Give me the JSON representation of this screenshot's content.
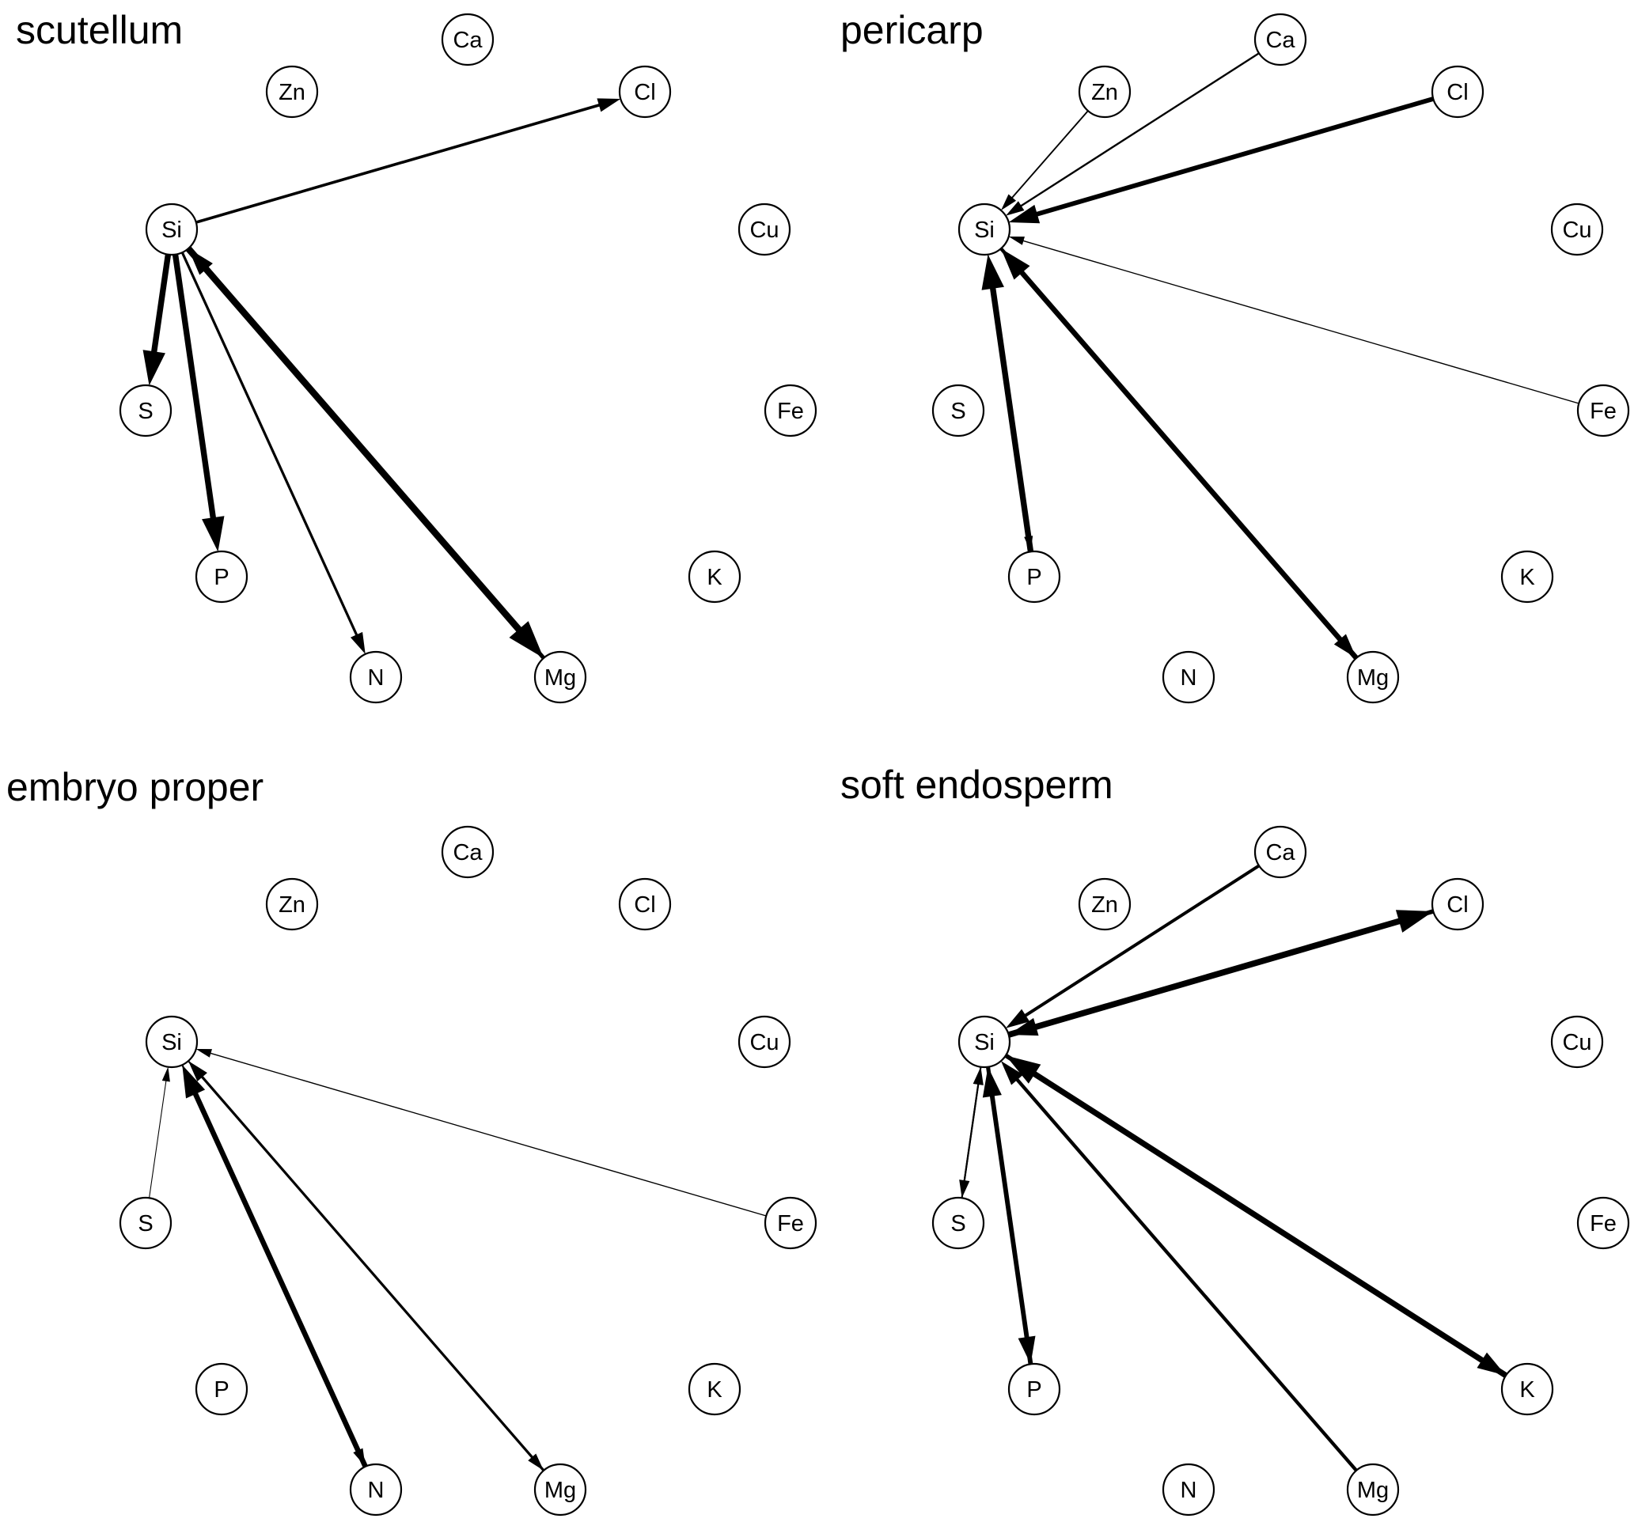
{
  "panels": [
    {
      "id": "scutellum",
      "title": "scutellum",
      "edges": [
        {
          "from": "Si",
          "to": "Cl",
          "weight": 0.35
        },
        {
          "from": "Si",
          "to": "S",
          "weight": 0.85
        },
        {
          "from": "Si",
          "to": "P",
          "weight": 0.85
        },
        {
          "from": "Si",
          "to": "N",
          "weight": 0.3
        },
        {
          "from": "Si",
          "to": "Mg",
          "weight": 1.0
        },
        {
          "from": "Mg",
          "to": "Si",
          "weight": 0.55
        }
      ]
    },
    {
      "id": "pericarp",
      "title": "pericarp",
      "edges": [
        {
          "from": "Zn",
          "to": "Si",
          "weight": 0.12
        },
        {
          "from": "Ca",
          "to": "Si",
          "weight": 0.18
        },
        {
          "from": "Cl",
          "to": "Si",
          "weight": 0.65
        },
        {
          "from": "Fe",
          "to": "Si",
          "weight": 0.05
        },
        {
          "from": "P",
          "to": "Si",
          "weight": 0.85
        },
        {
          "from": "Si",
          "to": "P",
          "weight": 0.05
        },
        {
          "from": "Mg",
          "to": "Si",
          "weight": 0.75
        },
        {
          "from": "Si",
          "to": "Mg",
          "weight": 0.45
        }
      ]
    },
    {
      "id": "embryo-proper",
      "title": "embryo proper",
      "edges": [
        {
          "from": "Fe",
          "to": "Si",
          "weight": 0.05
        },
        {
          "from": "S",
          "to": "Si",
          "weight": 0.01
        },
        {
          "from": "N",
          "to": "Si",
          "weight": 0.75
        },
        {
          "from": "Si",
          "to": "N",
          "weight": 0.15
        },
        {
          "from": "Mg",
          "to": "Si",
          "weight": 0.3
        },
        {
          "from": "Si",
          "to": "Mg",
          "weight": 0.15
        }
      ]
    },
    {
      "id": "soft-endosperm",
      "title": "soft endosperm",
      "edges": [
        {
          "from": "Ca",
          "to": "Si",
          "weight": 0.4
        },
        {
          "from": "Si",
          "to": "Cl",
          "weight": 0.9
        },
        {
          "from": "Cl",
          "to": "Si",
          "weight": 0.6
        },
        {
          "from": "S",
          "to": "Si",
          "weight": 0.15
        },
        {
          "from": "Si",
          "to": "S",
          "weight": 0.15
        },
        {
          "from": "P",
          "to": "Si",
          "weight": 0.65
        },
        {
          "from": "Si",
          "to": "P",
          "weight": 0.55
        },
        {
          "from": "Mg",
          "to": "Si",
          "weight": 0.45
        },
        {
          "from": "K",
          "to": "Si",
          "weight": 0.85
        },
        {
          "from": "Si",
          "to": "K",
          "weight": 0.6
        }
      ]
    }
  ],
  "nodes": [
    "Ca",
    "Zn",
    "Cl",
    "Si",
    "Cu",
    "S",
    "Fe",
    "P",
    "K",
    "N",
    "Mg"
  ]
}
